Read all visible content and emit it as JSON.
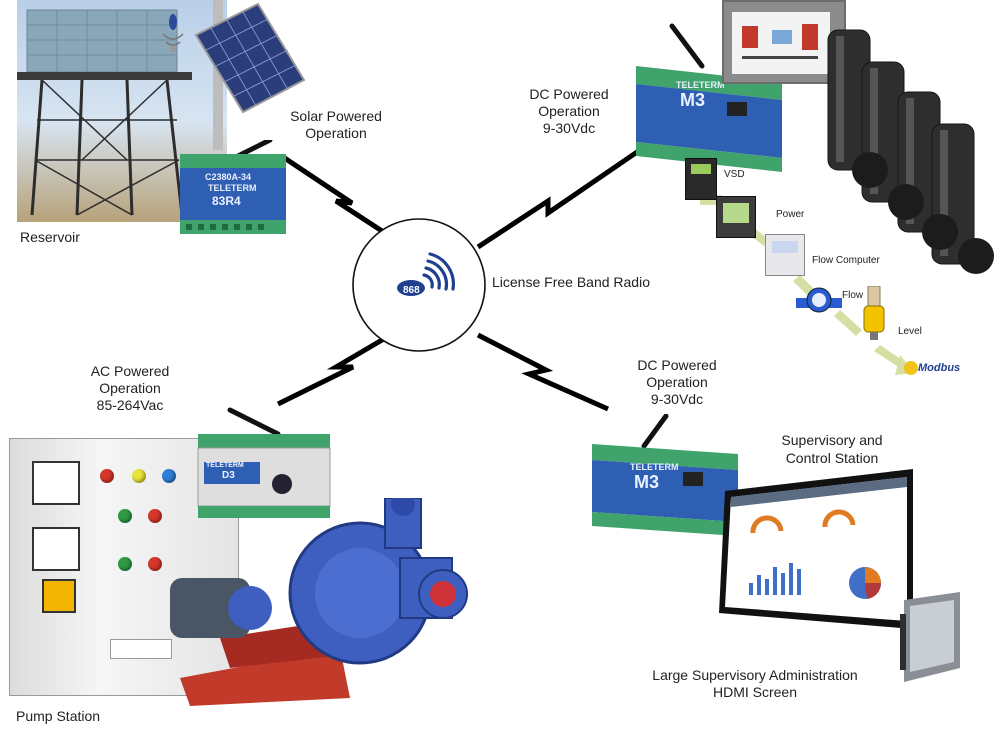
{
  "hub": {
    "badge": "868",
    "label": "License Free Band Radio"
  },
  "reservoir": {
    "caption": "Reservoir",
    "power_lines": [
      "Solar Powered",
      "Operation"
    ],
    "device_lines": [
      "C2380A-34",
      "TELETERM",
      "83R4"
    ]
  },
  "dc_top": {
    "power_lines": [
      "DC Powered",
      "Operation",
      "9-30Vdc"
    ],
    "device_lines": [
      "TELETERM",
      "M3"
    ],
    "chain": [
      "VSD",
      "Power",
      "Flow Computer",
      "Flow",
      "Level"
    ],
    "protocol": "Modbus"
  },
  "pump": {
    "caption": "Pump Station",
    "power_lines": [
      "AC Powered",
      "Operation",
      "85-264Vac"
    ],
    "device_lines": [
      "TELETERM",
      "D3"
    ]
  },
  "dc_bottom": {
    "power_lines": [
      "DC Powered",
      "Operation",
      "9-30Vdc"
    ],
    "device_lines": [
      "TELETERM",
      "M3"
    ],
    "station_lines": [
      "Supervisory and",
      "Control Station"
    ],
    "screen_lines": [
      "Large Supervisory Administration",
      "HDMI Screen"
    ]
  },
  "colors": {
    "device_blue": "#2f5fb3",
    "terminal_green": "#3fa36b",
    "hub_blue": "#1f3f8f",
    "pump_blue": "#3e5fbf",
    "frame_red": "#c23a2a"
  }
}
